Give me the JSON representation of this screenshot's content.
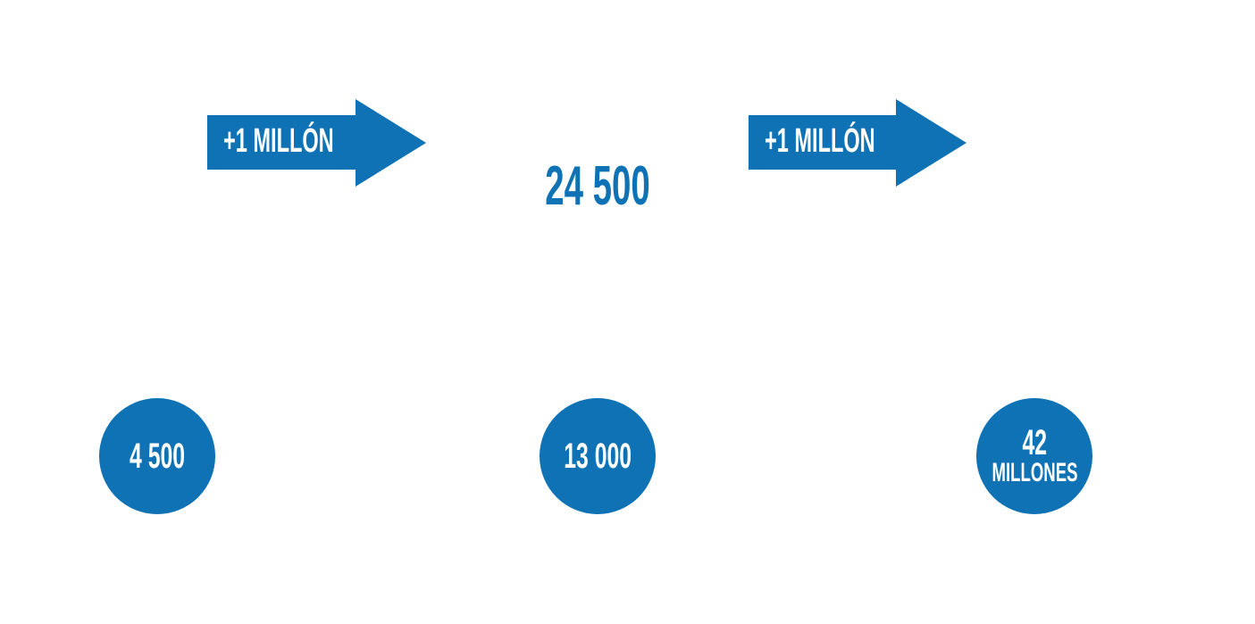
{
  "colors": {
    "accent": "#0e72b5",
    "background": "#ffffff"
  },
  "arrows": [
    {
      "label": "+1 MILLÓN"
    },
    {
      "label": "+1 MILLÓN"
    }
  ],
  "headline_value": "24 500",
  "circles": [
    {
      "value": "4 500"
    },
    {
      "value": "13 000"
    },
    {
      "value": "42",
      "unit": "MILLONES"
    }
  ]
}
